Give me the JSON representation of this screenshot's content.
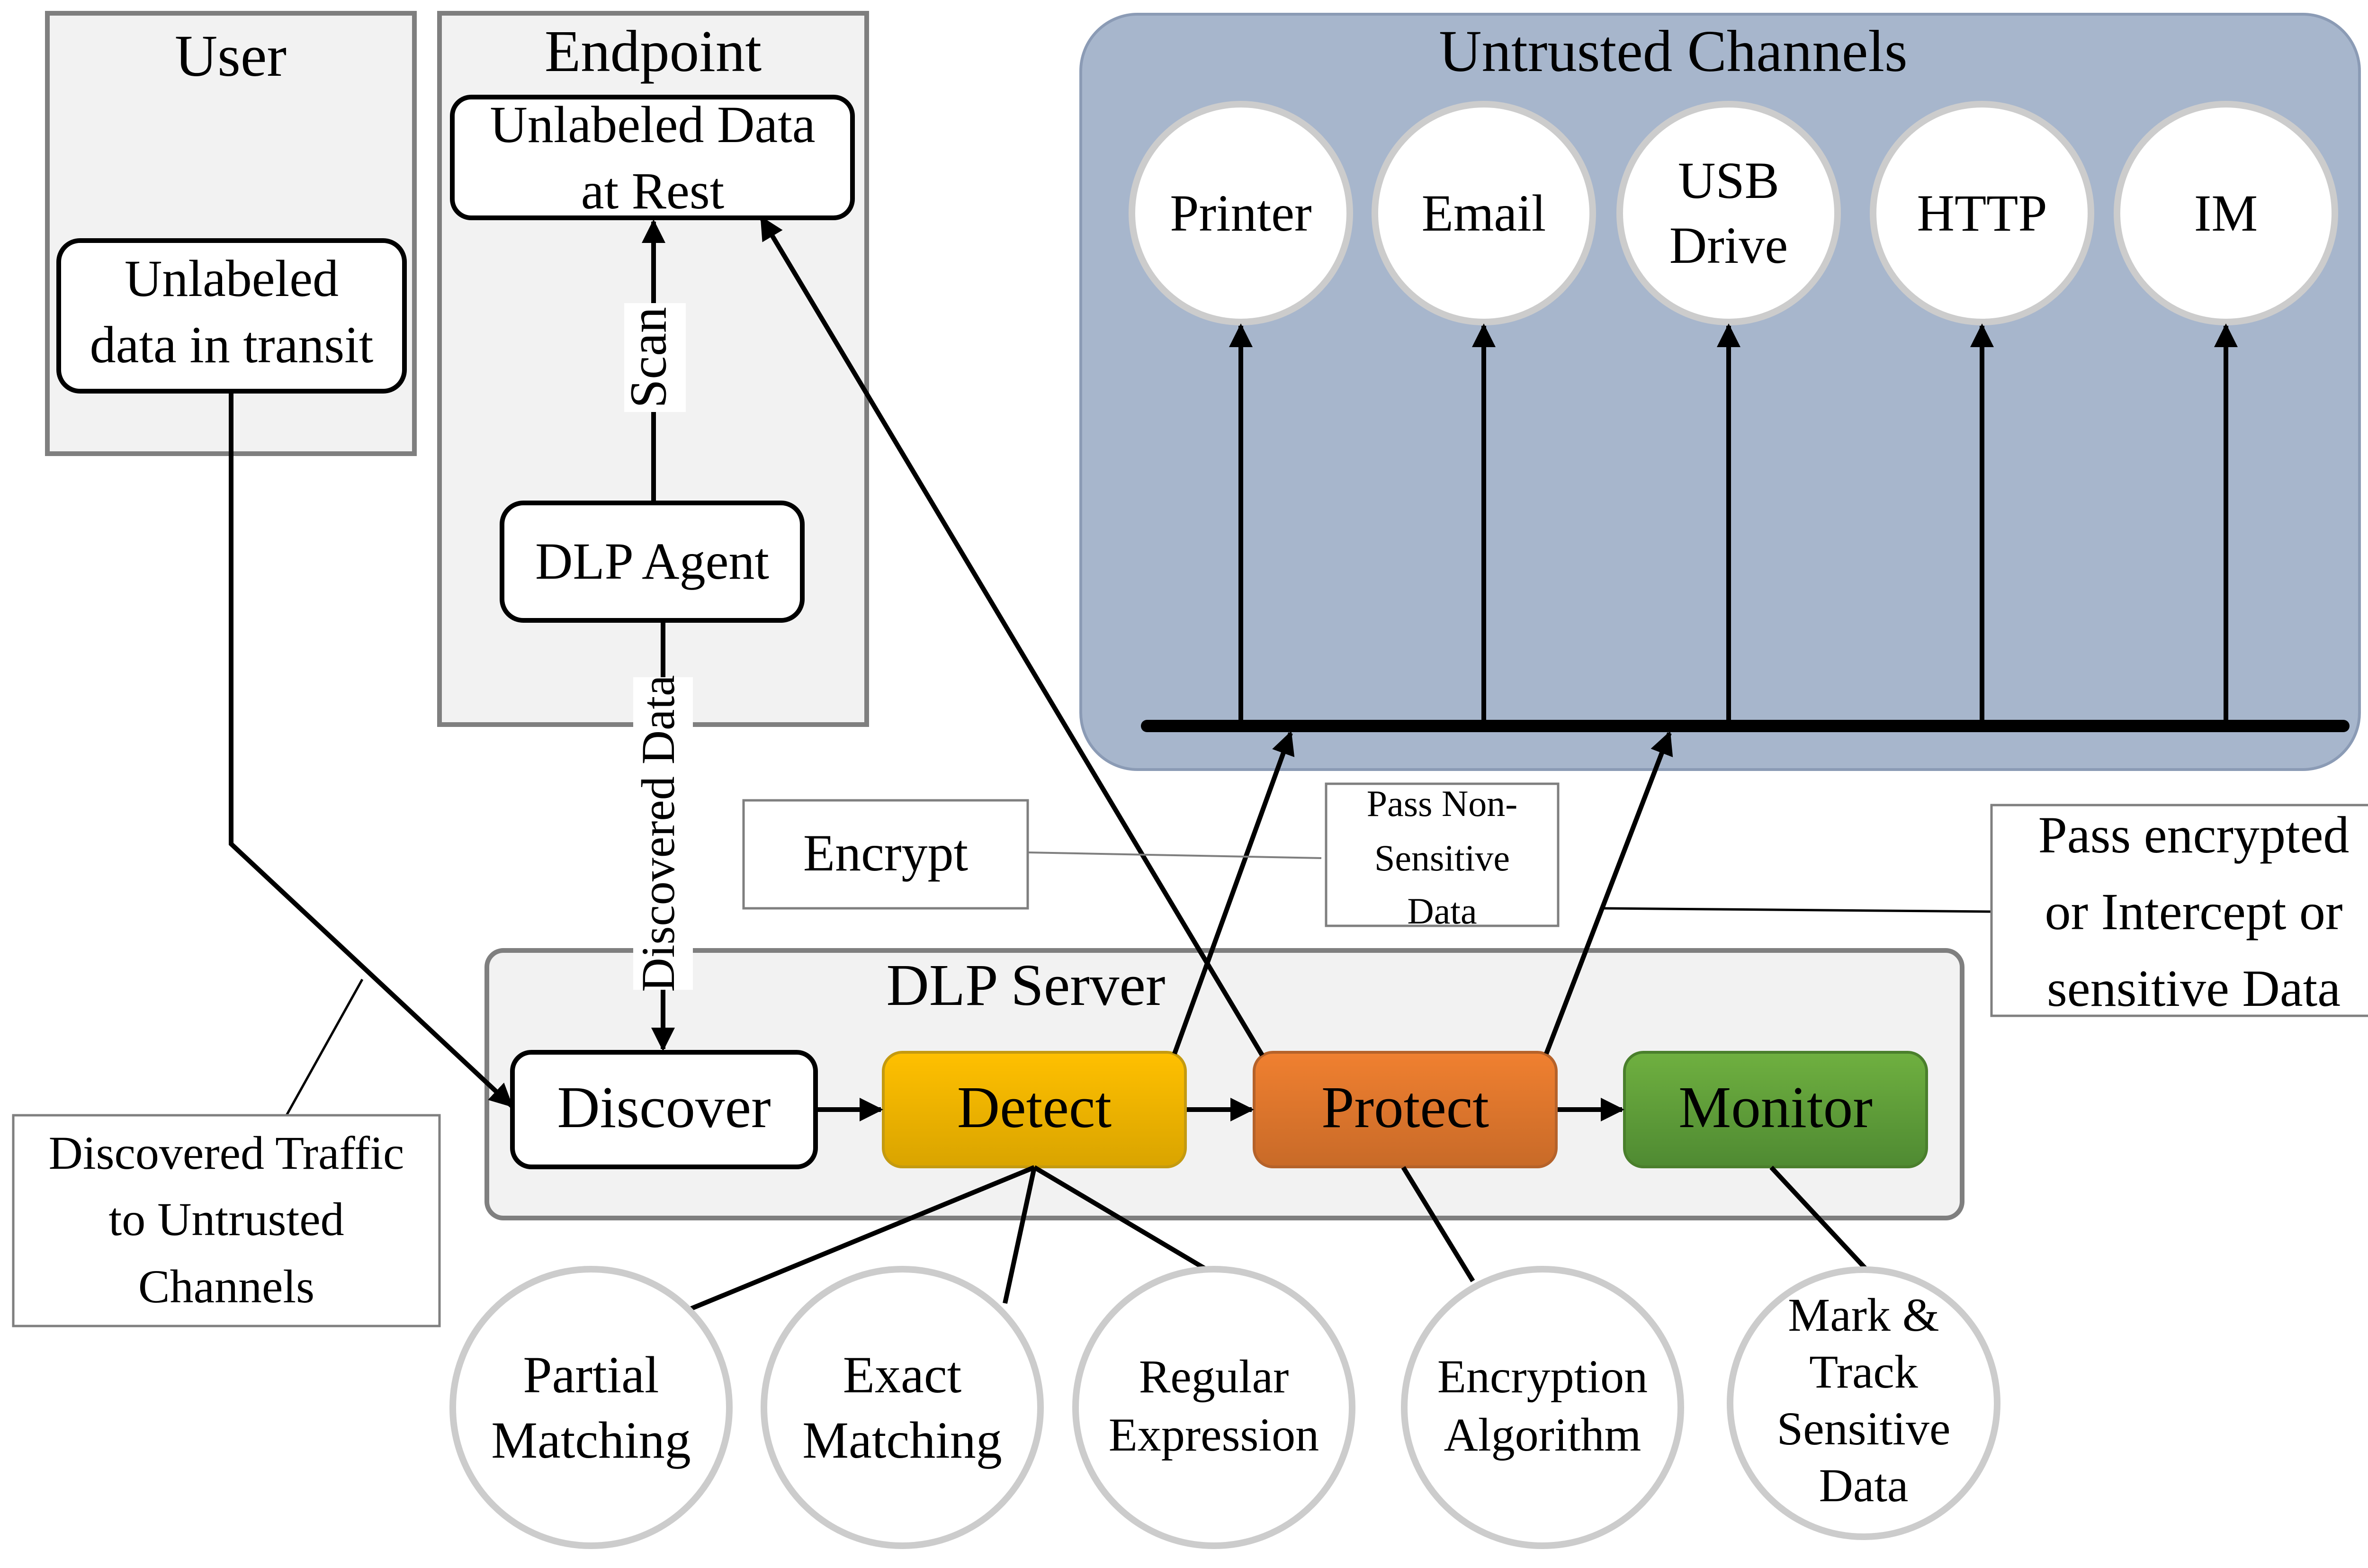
{
  "user_panel": {
    "title": "User",
    "box_lines": [
      "Unlabeled",
      "data in transit"
    ]
  },
  "endpoint_panel": {
    "title": "Endpoint",
    "rest_lines": [
      "Unlabeled Data",
      "at Rest"
    ],
    "scan_label": "Scan",
    "agent_label": "DLP Agent"
  },
  "discovered_data_label": "Discovered Data",
  "channels_panel": {
    "title": "Untrusted Channels",
    "channels": [
      {
        "lines": [
          "Printer"
        ]
      },
      {
        "lines": [
          "Email"
        ]
      },
      {
        "lines": [
          "USB",
          "Drive"
        ]
      },
      {
        "lines": [
          "HTTP"
        ]
      },
      {
        "lines": [
          "IM"
        ]
      }
    ]
  },
  "server_panel": {
    "title": "DLP Server",
    "stages": [
      {
        "label": "Discover",
        "color": "#ffffff"
      },
      {
        "label": "Detect",
        "color": "#f2b80a"
      },
      {
        "label": "Protect",
        "color": "#e07a2e"
      },
      {
        "label": "Monitor",
        "color": "#62a03c"
      }
    ]
  },
  "callouts": {
    "encrypt": "Encrypt",
    "pass_non_sensitive": [
      "Pass Non-",
      "Sensitive",
      "Data"
    ],
    "pass_encrypted": [
      "Pass encrypted",
      "or Intercept or",
      "sensitive Data"
    ],
    "discovered_traffic": [
      "Discovered Traffic",
      "to Untrusted",
      "Channels"
    ]
  },
  "methods": [
    {
      "lines": [
        "Partial",
        "Matching"
      ]
    },
    {
      "lines": [
        "Exact",
        "Matching"
      ]
    },
    {
      "lines": [
        "Regular",
        "Expression"
      ]
    },
    {
      "lines": [
        "Encryption",
        "Algorithm"
      ]
    },
    {
      "lines": [
        "Mark &",
        "Track",
        "Sensitive",
        "Data"
      ]
    }
  ],
  "colors": {
    "channels_panel": "#a7b6cc",
    "panel": "#f2f2f2",
    "panel_border": "#7f7f7f",
    "circle_border": "#cccccc"
  }
}
